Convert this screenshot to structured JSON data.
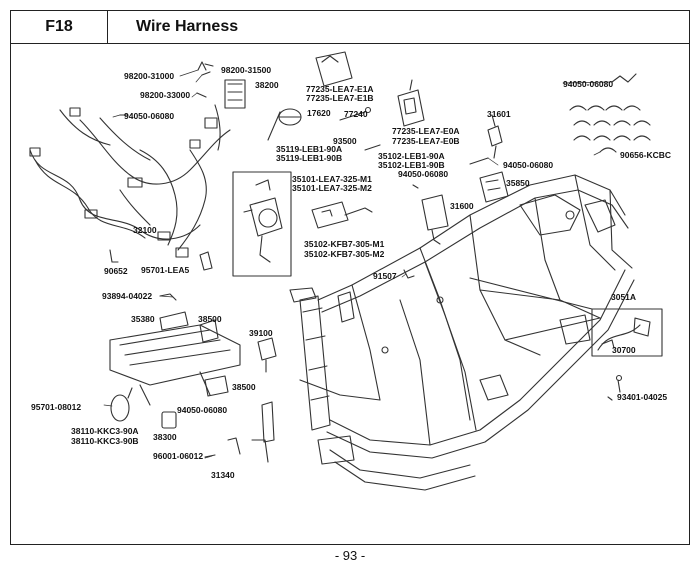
{
  "header": {
    "code": "F18",
    "title": "Wire Harness"
  },
  "parts": {
    "p1": "98200-31000",
    "p2": "98200-31500",
    "p3": "38200",
    "p4": "98200-33000",
    "p5": "94050-06080",
    "p6": "77235-LEA7-E1A",
    "p7": "77235-LEA7-E1B",
    "p8": "17620",
    "p9": "77240",
    "p10": "93500",
    "p11": "35119-LEB1-90A",
    "p12": "35119-LEB1-90B",
    "p13": "77235-LEA7-E0A",
    "p14": "77235-LEA7-E0B",
    "p15": "31601",
    "p16": "94050-06080",
    "p17": "35102-LEB1-90A",
    "p18": "35102-LEB1-90B",
    "p19": "94050-06080",
    "p20": "90656-KCBC",
    "p21": "94050-06080",
    "p22": "35850",
    "p23": "35101-LEA7-325-M1",
    "p24": "35101-LEA7-325-M2",
    "p25": "31600",
    "p26": "32100",
    "p27": "35102-KFB7-305-M1",
    "p28": "35102-KFB7-305-M2",
    "p29": "90652",
    "p30": "95701-LEA5",
    "p31": "91507",
    "p32": "93894-04022",
    "p33": "3051A",
    "p34": "35380",
    "p35": "38500",
    "p36": "39100",
    "p37": "30700",
    "p38": "38500",
    "p39": "93401-04025",
    "p40": "95701-08012",
    "p41": "94050-06080",
    "p42": "38110-KKC3-90A",
    "p43": "38110-KKC3-90B",
    "p44": "38300",
    "p45": "96001-06012",
    "p46": "31340"
  },
  "footer": {
    "page": "- 93 -"
  }
}
